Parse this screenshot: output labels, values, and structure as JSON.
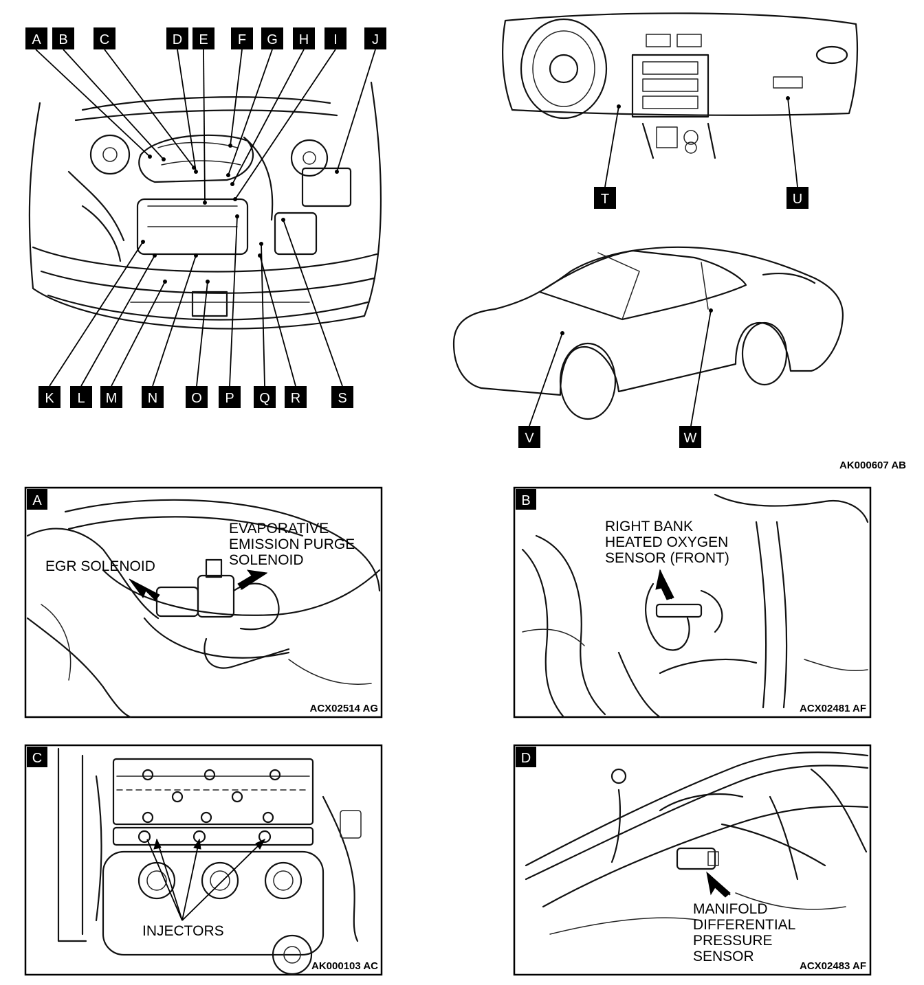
{
  "engine_callouts": [
    "A",
    "B",
    "C",
    "D",
    "E",
    "F",
    "G",
    "H",
    "I",
    "J",
    "K",
    "L",
    "M",
    "N",
    "O",
    "P",
    "Q",
    "R",
    "S"
  ],
  "interior_callouts": [
    "T",
    "U"
  ],
  "body_callouts": [
    "V",
    "W"
  ],
  "overview_code": "AK000607 AB",
  "panels": [
    {
      "letter": "A",
      "labels": [
        "EVAPORATIVE",
        "EMISSION PURGE",
        "SOLENOID",
        "EGR SOLENOID"
      ],
      "code": "ACX02514 AG"
    },
    {
      "letter": "B",
      "labels": [
        "RIGHT BANK",
        "HEATED OXYGEN",
        "SENSOR (FRONT)"
      ],
      "code": "ACX02481 AF"
    },
    {
      "letter": "C",
      "labels": [
        "INJECTORS"
      ],
      "code": "AK000103 AC"
    },
    {
      "letter": "D",
      "labels": [
        "MANIFOLD",
        "DIFFERENTIAL",
        "PRESSURE",
        "SENSOR"
      ],
      "code": "ACX02483 AF"
    }
  ]
}
